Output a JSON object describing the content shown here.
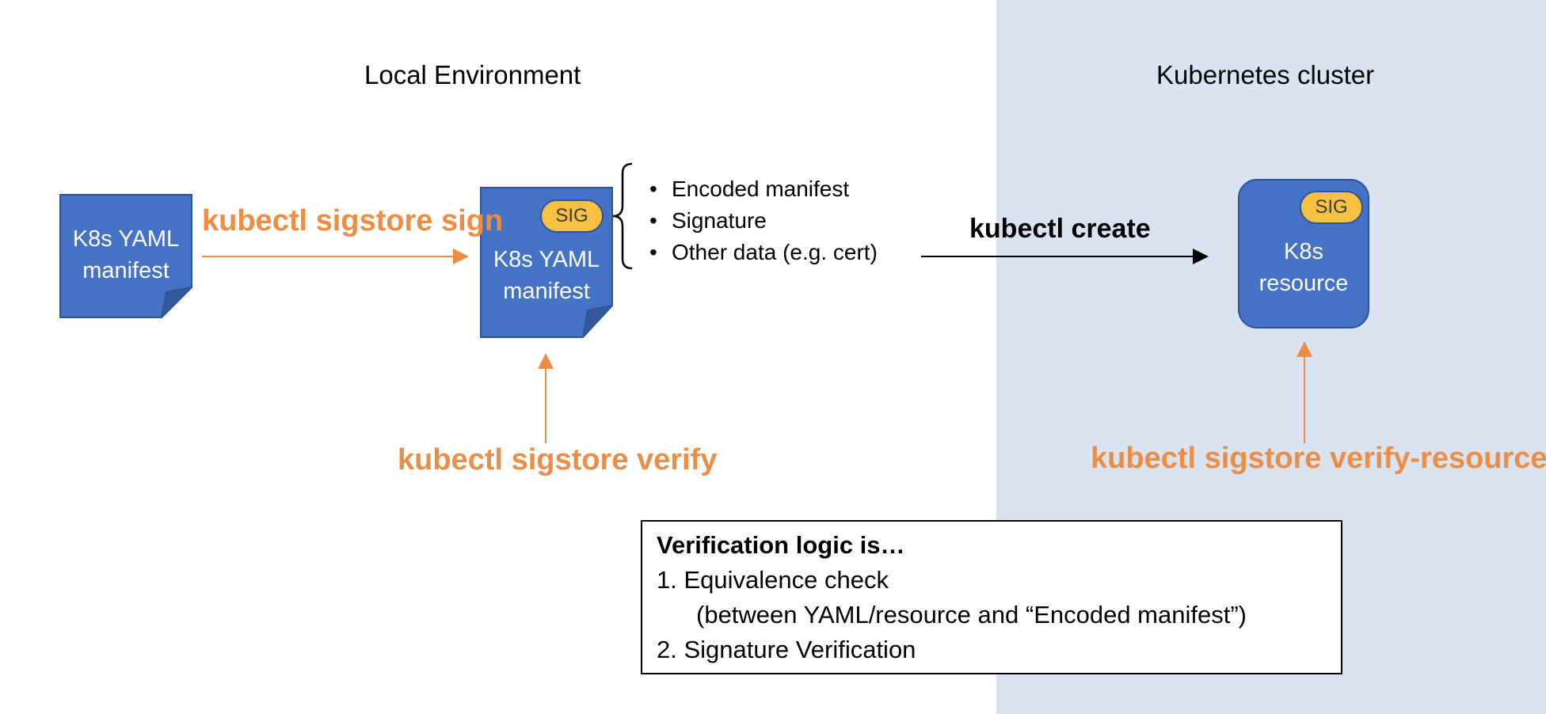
{
  "local_environment": {
    "title": "Local Environment"
  },
  "kubernetes_cluster": {
    "title": "Kubernetes cluster"
  },
  "colors": {
    "box_fill": "#4472c4",
    "box_border": "#2f5597",
    "sig_fill": "#f6c143",
    "accent": "#ec8d45",
    "cluster_bg": "#dae3f1"
  },
  "nodes": {
    "source_manifest": {
      "label": "K8s YAML\nmanifest",
      "icon": "document-icon"
    },
    "signed_manifest": {
      "label": "K8s YAML\nmanifest",
      "sig": "SIG",
      "icon": "document-icon"
    },
    "k8s_resource": {
      "label": "K8s\nresource",
      "sig": "SIG"
    }
  },
  "signature_contents": [
    "Encoded manifest",
    "Signature",
    "Other data (e.g. cert)"
  ],
  "commands": {
    "sign": "kubectl sigstore sign",
    "create": "kubectl create",
    "verify": "kubectl sigstore verify",
    "verify_resource": "kubectl sigstore verify-resource"
  },
  "verification_logic": {
    "title": "Verification logic is…",
    "step1": "1. Equivalence check",
    "step1_detail": "(between YAML/resource and “Encoded manifest”)",
    "step2": "2. Signature Verification"
  }
}
